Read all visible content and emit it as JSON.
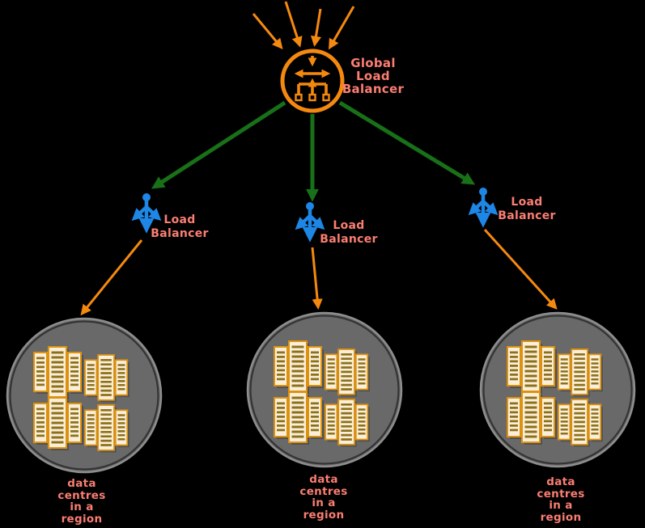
{
  "colors": {
    "orange": "#F5890F",
    "green": "#187018",
    "blue": "#1E87E5",
    "label": "#FB7E72",
    "region_fill": "#696969",
    "region_rim": "#8E8E8E",
    "region_edge": "#343434",
    "server_fill": "#FCEFDA",
    "server_border": "#DD920F",
    "server_stripe": "#8B711B",
    "shadow": "#515151",
    "background": "#000000"
  },
  "icons": {
    "global_load_balancer": "distribution-tree-icon",
    "load_balancer": "split-arrows-icon",
    "datacenter": "server-racks-icon",
    "traffic": "arrow-icon"
  },
  "global_load_balancer": {
    "label": "Global\nLoad\nBalancer"
  },
  "load_balancers": [
    {
      "label": "Load\nBalancer"
    },
    {
      "label": "Load\nBalancer"
    },
    {
      "label": "Load\nBalancer"
    }
  ],
  "regions": [
    {
      "label": "data\ncentres\nin a\nregion"
    },
    {
      "label": "data\ncentres\nin a\nregion"
    },
    {
      "label": "data\ncentres\nin a\nregion"
    }
  ]
}
